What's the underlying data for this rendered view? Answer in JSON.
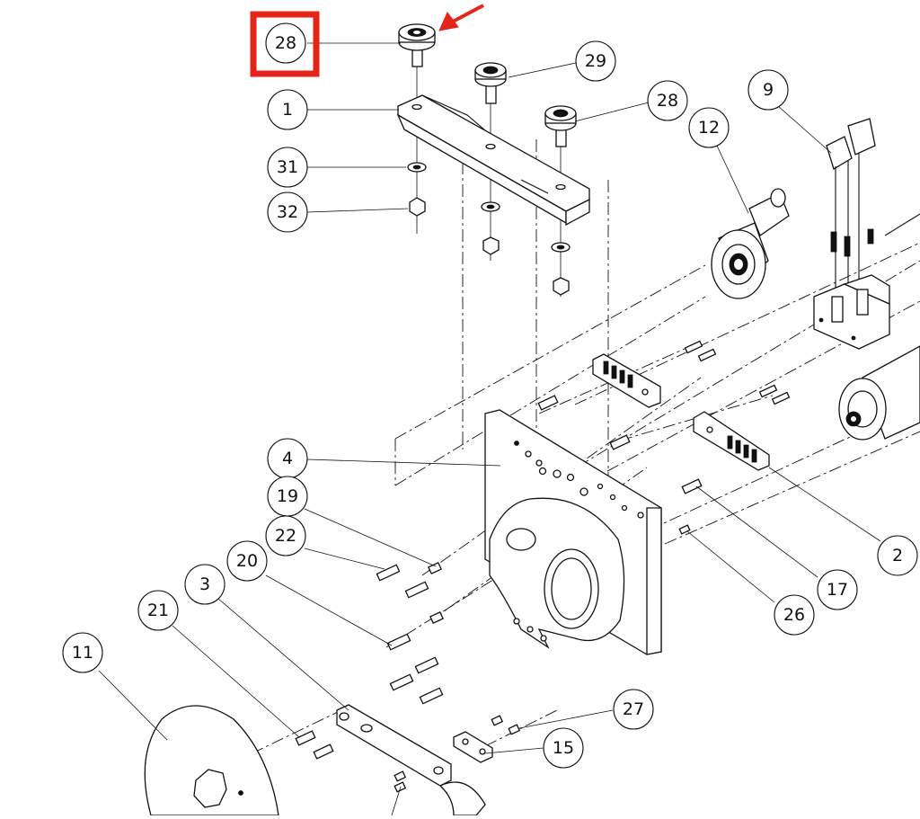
{
  "callouts": [
    {
      "id": "c28a",
      "label": "28"
    },
    {
      "id": "c29",
      "label": "29"
    },
    {
      "id": "c28b",
      "label": "28"
    },
    {
      "id": "c1",
      "label": "1"
    },
    {
      "id": "c31",
      "label": "31"
    },
    {
      "id": "c32",
      "label": "32"
    },
    {
      "id": "c9",
      "label": "9"
    },
    {
      "id": "c12",
      "label": "12"
    },
    {
      "id": "c4",
      "label": "4"
    },
    {
      "id": "c19",
      "label": "19"
    },
    {
      "id": "c22",
      "label": "22"
    },
    {
      "id": "c20",
      "label": "20"
    },
    {
      "id": "c3",
      "label": "3"
    },
    {
      "id": "c21",
      "label": "21"
    },
    {
      "id": "c11",
      "label": "11"
    },
    {
      "id": "c2",
      "label": "2"
    },
    {
      "id": "c17",
      "label": "17"
    },
    {
      "id": "c26",
      "label": "26"
    },
    {
      "id": "c27",
      "label": "27"
    },
    {
      "id": "c15",
      "label": "15"
    }
  ],
  "highlight": {
    "target": "28",
    "color": "#e32619"
  }
}
